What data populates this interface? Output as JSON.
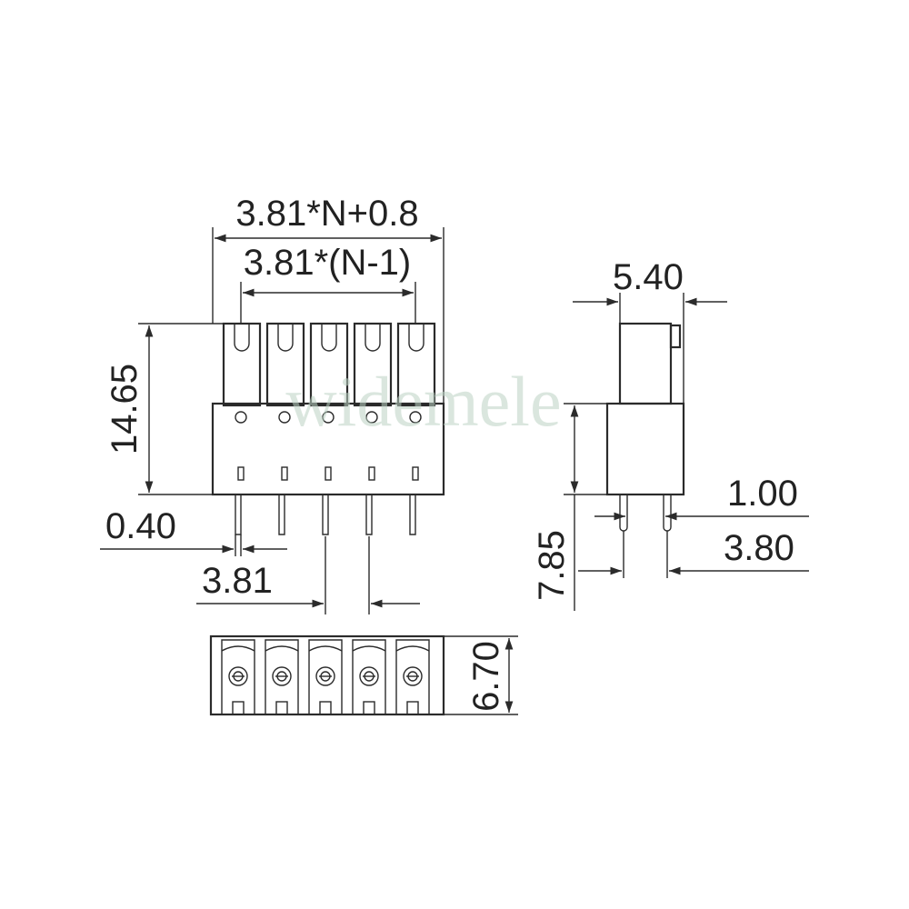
{
  "dimensions": {
    "overall_width": "3.81*N+0.8",
    "pitch_span": "3.81*(N-1)",
    "height": "14.65",
    "pin_width": "0.40",
    "pitch": "3.81",
    "side_width": "5.40",
    "side_pin_gap": "1.00",
    "side_pin_pitch": "3.80",
    "side_body_height": "7.85",
    "bottom_depth": "6.70"
  },
  "watermark": "widemele",
  "colors": {
    "line": "#2b2b2b",
    "watermark": "#bcd3c4"
  },
  "pin_count": 5
}
